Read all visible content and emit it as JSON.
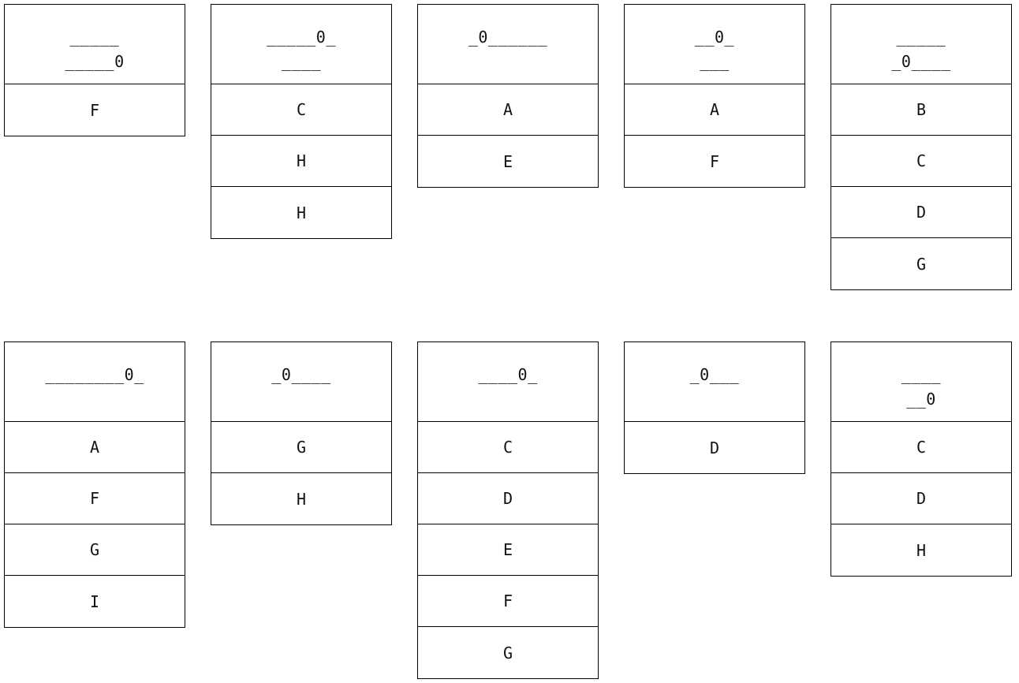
{
  "cards": [
    {
      "header": [
        "_____",
        "_____0"
      ],
      "rows": [
        "F"
      ]
    },
    {
      "header": [
        "_____0_",
        "____"
      ],
      "rows": [
        "C",
        "H",
        "H"
      ]
    },
    {
      "header": [
        "_0______"
      ],
      "rows": [
        "A",
        "E"
      ]
    },
    {
      "header": [
        "__0_",
        "___"
      ],
      "rows": [
        "A",
        "F"
      ]
    },
    {
      "header": [
        "_____",
        "_0____"
      ],
      "rows": [
        "B",
        "C",
        "D",
        "G"
      ]
    },
    {
      "header": [
        "________0_"
      ],
      "rows": [
        "A",
        "F",
        "G",
        "I"
      ]
    },
    {
      "header": [
        "_0____"
      ],
      "rows": [
        "G",
        "H"
      ]
    },
    {
      "header": [
        "____0_"
      ],
      "rows": [
        "C",
        "D",
        "E",
        "F",
        "G"
      ]
    },
    {
      "header": [
        "_0___"
      ],
      "rows": [
        "D"
      ]
    },
    {
      "header": [
        "____",
        "__0"
      ],
      "rows": [
        "C",
        "D",
        "H"
      ]
    }
  ]
}
